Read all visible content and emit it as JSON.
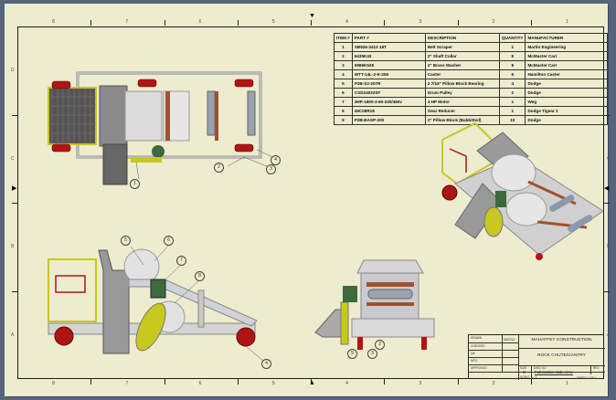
{
  "sheet": {
    "zones_horizontal": [
      "8",
      "7",
      "6",
      "5",
      "4",
      "3",
      "2",
      "1"
    ],
    "zones_vertical": [
      "D",
      "C",
      "B",
      "A"
    ]
  },
  "bom": {
    "headers": [
      "ITEM #",
      "PART #",
      "DESCRIPTION",
      "QUANTITY",
      "MANUFACTURER"
    ],
    "rows": [
      {
        "item": "1",
        "part": "SB926-3413 18T",
        "description": "Belt Scraper",
        "qty": "1",
        "mfr": "Martin Engineering"
      },
      {
        "item": "2",
        "part": "6435K43",
        "description": "2\" Shaft Collar",
        "qty": "8",
        "mfr": "McMaster Carr"
      },
      {
        "item": "3",
        "part": "5986K528",
        "description": "2\" Brass Washer",
        "qty": "8",
        "mfr": "McMaster Carr"
      },
      {
        "item": "4",
        "part": "WTT-14L-2-K-255",
        "description": "Caster",
        "qty": "6",
        "mfr": "Hamilton Caster"
      },
      {
        "item": "5",
        "part": "P2B-S2-207R",
        "description": "2 7/16\" Pillow Block Bearing",
        "qty": "4",
        "mfr": "Dodge"
      },
      {
        "item": "6",
        "part": "CSD24032SF",
        "description": "Drum Pulley",
        "qty": "2",
        "mfr": "Dodge"
      },
      {
        "item": "7",
        "part": "3HP-1800-3-60-230/460v",
        "description": "3 HP Motor",
        "qty": "1",
        "mfr": "Weg"
      },
      {
        "item": "8",
        "part": "49C08R18",
        "description": "Gear Reducer",
        "qty": "1",
        "mfr": "Dodge Tigear 2"
      },
      {
        "item": "9",
        "part": "P2B-BASP-200",
        "description": "2\" Pillow Block (Babbitted)",
        "qty": "10",
        "mfr": "Dodge"
      }
    ]
  },
  "callouts": {
    "plan": [
      "1",
      "2",
      "3",
      "4"
    ],
    "side": [
      "5",
      "6",
      "7",
      "8",
      "4"
    ],
    "end": [
      "2",
      "9",
      "3"
    ]
  },
  "title_block": {
    "company": "MAHAFFEY CONSTRUCTION",
    "title": "ROCK CHUTE/GANTRY",
    "size": "D",
    "view_name": "Fabrication Side view",
    "scale": "1 / 1",
    "drawn_label": "DRAWN",
    "date": "5/6/2014",
    "checked_label": "CHECKED",
    "qa_label": "QA",
    "mfg_label": "MFG",
    "approved_label": "APPROVED",
    "size_label": "SIZE",
    "dwg_label": "DWG NO",
    "rev_label": "REV",
    "scale_label": "SCALE",
    "sheet_label": "SHEET 1 OF 1"
  },
  "colors": {
    "sheet": "#edeccf",
    "frame_gray": "#c8c8c8",
    "drum": "#dcdcdc",
    "caster_red": "#b01515",
    "guard_yellow": "#c8c81e",
    "motor_green": "#3c6a3c",
    "belt_brown": "#a0522d"
  }
}
